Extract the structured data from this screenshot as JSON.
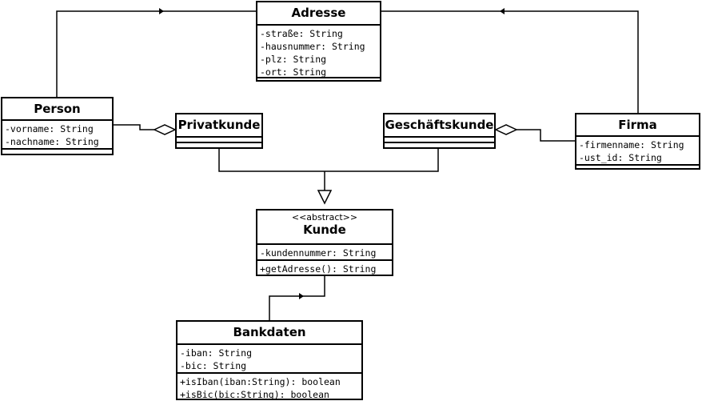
{
  "diagram": {
    "classes": {
      "adresse": {
        "name": "Adresse",
        "attributes": [
          "-straße: String",
          "-hausnummer: String",
          "-plz: String",
          "-ort: String"
        ],
        "operations": []
      },
      "person": {
        "name": "Person",
        "attributes": [
          "-vorname: String",
          "-nachname: String"
        ],
        "operations": []
      },
      "privatkunde": {
        "name": "Privatkunde",
        "attributes": [],
        "operations": []
      },
      "geschaeftskunde": {
        "name": "Geschäftskunde",
        "attributes": [],
        "operations": []
      },
      "firma": {
        "name": "Firma",
        "attributes": [
          "-firmenname: String",
          "-ust_id: String"
        ],
        "operations": []
      },
      "kunde": {
        "stereotype": "<<abstract>>",
        "name": "Kunde",
        "attributes": [
          "-kundennummer: String"
        ],
        "operations": [
          "+getAdresse(): String"
        ]
      },
      "bankdaten": {
        "name": "Bankdaten",
        "attributes": [
          "-iban: String",
          "-bic: String"
        ],
        "operations": [
          "+isIban(iban:String): boolean",
          "+isBic(bic:String): boolean"
        ]
      }
    },
    "relations": [
      {
        "from": "Person",
        "to": "Adresse",
        "kind": "association"
      },
      {
        "from": "Firma",
        "to": "Adresse",
        "kind": "association"
      },
      {
        "from": "Privatkunde",
        "to": "Person",
        "kind": "aggregation"
      },
      {
        "from": "Geschäftskunde",
        "to": "Firma",
        "kind": "aggregation"
      },
      {
        "from": "Privatkunde",
        "to": "Kunde",
        "kind": "generalization"
      },
      {
        "from": "Geschäftskunde",
        "to": "Kunde",
        "kind": "generalization"
      },
      {
        "from": "Kunde",
        "to": "Bankdaten",
        "kind": "association"
      }
    ]
  }
}
